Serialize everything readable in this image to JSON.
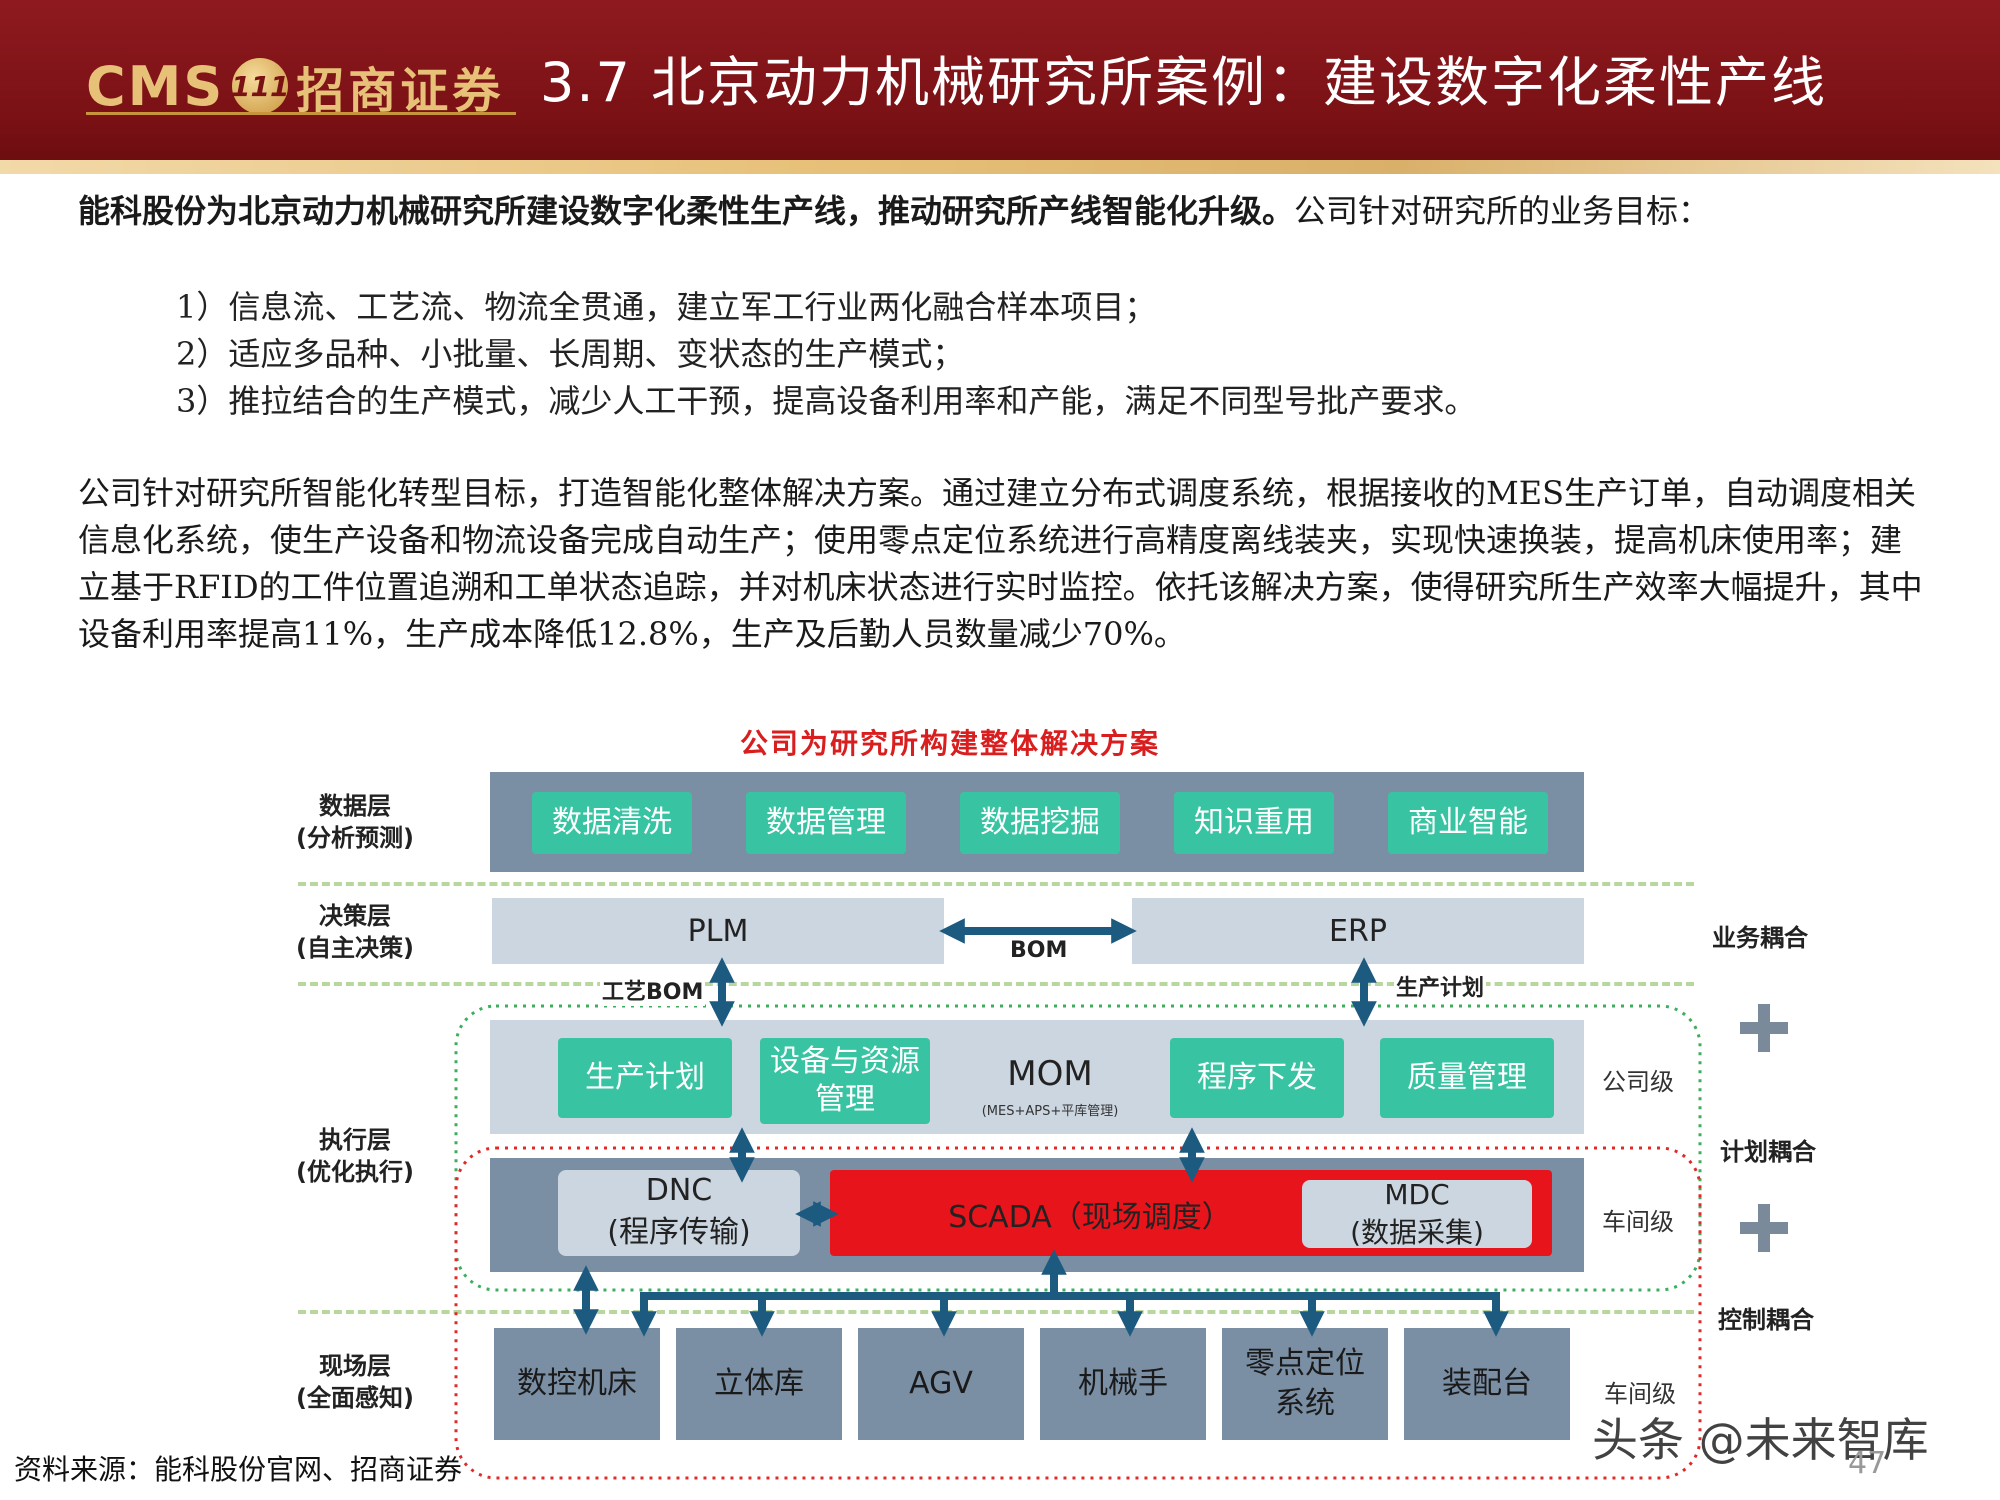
{
  "header": {
    "logo_cms": "CMS",
    "logo_badge": "111",
    "logo_cn": "招商证券",
    "title": "3.7 北京动力机械研究所案例：建设数字化柔性产线"
  },
  "intro": {
    "bold": "能科股份为北京动力机械研究所建设数字化柔性生产线，推动研究所产线智能化升级。",
    "rest": "公司针对研究所的业务目标：",
    "items": [
      "1）信息流、工艺流、物流全贯通，建立军工行业两化融合样本项目；",
      "2）适应多品种、小批量、长周期、变状态的生产模式；",
      "3）推拉结合的生产模式，减少人工干预，提高设备利用率和产能，满足不同型号批产要求。"
    ]
  },
  "paragraph2": "公司针对研究所智能化转型目标，打造智能化整体解决方案。通过建立分布式调度系统，根据接收的MES生产订单，自动调度相关信息化系统，使生产设备和物流设备完成自动生产；使用零点定位系统进行高精度离线装夹，实现快速换装，提高机床使用率；建立基于RFID的工件位置追溯和工单状态追踪，并对机床状态进行实时监控。依托该解决方案，使得研究所生产效率大幅提升，其中设备利用率提高11%，生产成本降低12.8%，生产及后勤人员数量减少70%。",
  "diagram": {
    "title": "公司为研究所构建整体解决方案",
    "layers": {
      "data": [
        "数据层",
        "(分析预测)"
      ],
      "decision": [
        "决策层",
        "(自主决策)"
      ],
      "execution": [
        "执行层",
        "(优化执行)"
      ],
      "field": [
        "现场层",
        "(全面感知)"
      ]
    },
    "data_items": [
      "数据清洗",
      "数据管理",
      "数据挖掘",
      "知识重用",
      "商业智能"
    ],
    "plm": "PLM",
    "erp": "ERP",
    "bom": "BOM",
    "craft_bom": "工艺BOM",
    "prod_plan_arrow": "生产计划",
    "mom": "MOM",
    "mom_sub": "(MES+APS+平库管理)",
    "mom_items": [
      "生产计划",
      "设备与资源管理",
      "程序下发",
      "质量管理"
    ],
    "dnc": [
      "DNC",
      "(程序传输)"
    ],
    "scada": "SCADA（现场调度）",
    "mdc": [
      "MDC",
      "(数据采集)"
    ],
    "field_items": [
      "数控机床",
      "立体库",
      "AGV",
      "机械手",
      "零点定位系统",
      "装配台"
    ],
    "right": {
      "business": "业务耦合",
      "plan": "计划耦合",
      "control": "控制耦合"
    },
    "levels": {
      "company": "公司级",
      "workshop": "车间级",
      "workshop2": "车间级"
    },
    "colors": {
      "teal": "#38c4a2",
      "slate": "#7a8ea4",
      "scada_red": "#e8141c",
      "arrow_blue": "#1d5a80",
      "dash_green": "#b7d79f"
    }
  },
  "footer": {
    "source": "资料来源：能科股份官网、招商证券",
    "watermark": "头条 @未来智库",
    "page": "47"
  }
}
